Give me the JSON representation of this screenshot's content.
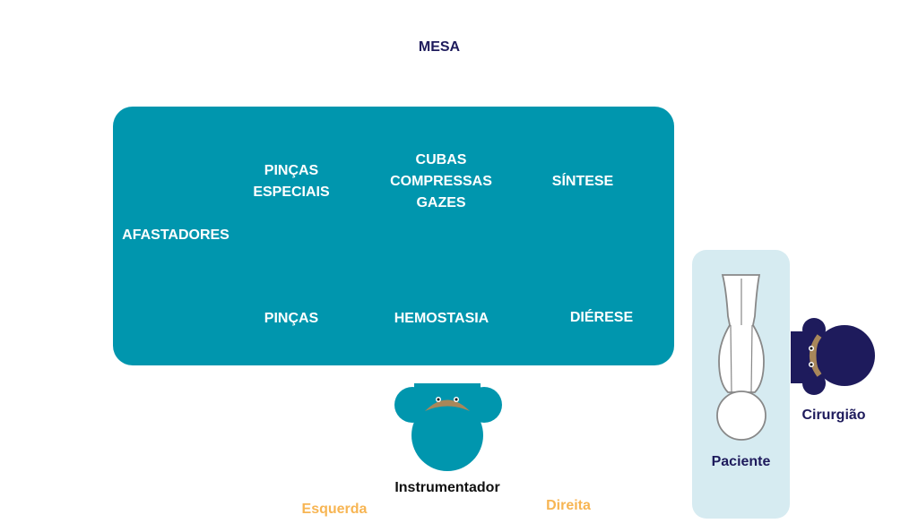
{
  "title": "MESA",
  "table": {
    "afastadores": "AFASTADORES",
    "pincas_especiais": "PINÇAS\nESPECIAIS",
    "cubas": "CUBAS\nCOMPRESSAS\nGAZES",
    "sintese": "SÍNTESE",
    "pincas": "PINÇAS",
    "hemostasia": "HEMOSTASIA",
    "dierese": "DIÉRESE"
  },
  "people": {
    "instrumentador": "Instrumentador",
    "paciente": "Paciente",
    "cirurgiao": "Cirurgião"
  },
  "sides": {
    "left": "Esquerda",
    "right": "Direita"
  },
  "colors": {
    "table": "#0096ae",
    "navy": "#1e1b5c",
    "bed": "#d6ebf1",
    "skin": "#a8875a",
    "orange": "#f7b553"
  }
}
